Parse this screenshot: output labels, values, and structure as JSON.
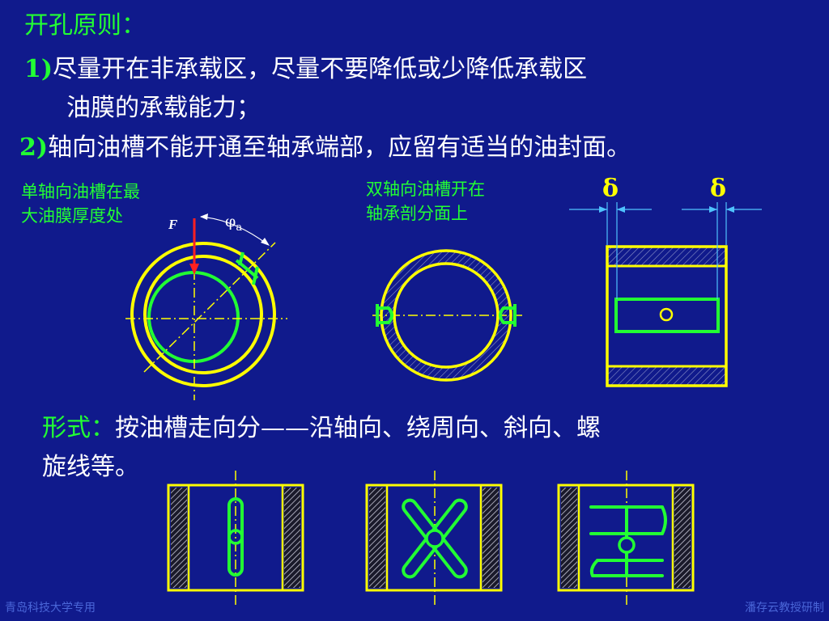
{
  "heading": "开孔原则：",
  "principles": {
    "p1_num": "1)",
    "p1_text": "尽量开在非承载区，尽量不要降低或少降低承载区",
    "p1_cont": "油膜的承载能力；",
    "p2_num": "2)",
    "p2_text": "轴向油槽不能开通至轴承端部，应留有适当的油封面。"
  },
  "figure_labels": {
    "caption_single_1": "单轴向油槽在最",
    "caption_single_2": "大油膜厚度处",
    "force": "F",
    "phi": "φ",
    "phi_sub": "a",
    "caption_double_1": "双轴向油槽开在",
    "caption_double_2": "轴承剖分面上",
    "delta_left": "δ",
    "delta_right": "δ"
  },
  "forms": {
    "label": "形式：",
    "text1": "按油槽走向分——沿轴向、绕周向、斜向、螺",
    "text2": "旋线等。"
  },
  "footer": {
    "left": "青岛科技大学专用",
    "right": "潘存云教授研制"
  },
  "colors": {
    "background": "#101a8c",
    "heading": "#22ff33",
    "body_text": "#ffffff",
    "outline_yellow": "#ffff00",
    "groove_green": "#22ff33",
    "force_red": "#ff2020",
    "dimension_cyan": "#4fc3ff"
  }
}
